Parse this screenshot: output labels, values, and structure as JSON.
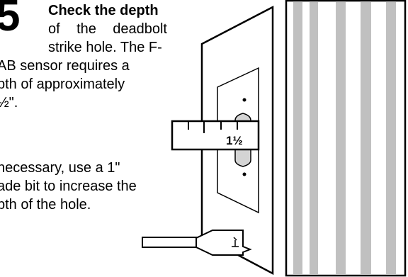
{
  "instructions": {
    "step_number": "5",
    "paragraph1": {
      "line1": "Check the depth",
      "line2_words": [
        "of",
        "the",
        "deadbolt"
      ],
      "line3": "strike hole. The F-",
      "line4": "AB sensor requires a",
      "line5": "pth of approximately",
      "line6": "½\"."
    },
    "paragraph2": {
      "line1": "necessary, use a 1\"",
      "line2": "ade bit to increase the",
      "line3": "pth of the hole."
    }
  },
  "illustration": {
    "ruler_label": "1½",
    "drill_bit_mark": "1\""
  },
  "colors": {
    "stripe": "#c0c0c0",
    "line": "#000000",
    "light_fill": "#d4d4d4"
  }
}
